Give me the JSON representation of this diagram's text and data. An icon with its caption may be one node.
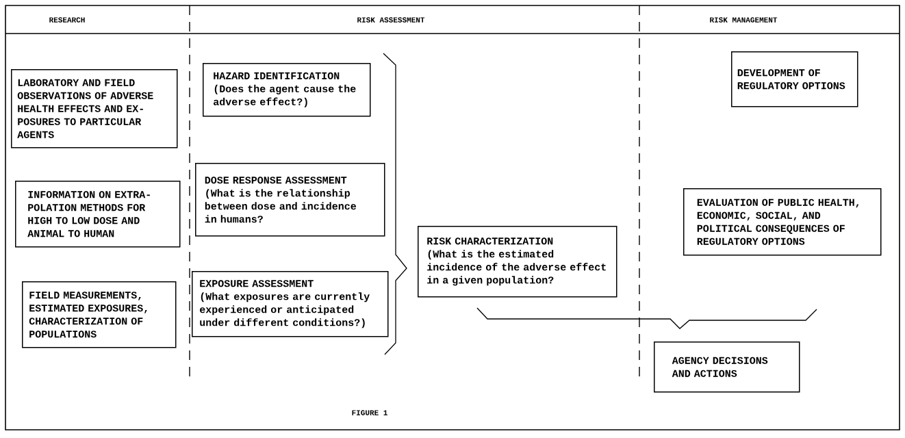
{
  "diagram": {
    "caption": "FIGURE 1",
    "nodes": [
      {
        "text": [
          "LABORATORY AND FIELD OBSERVATIONS OF ADVERSE HEALTH EFFECTS AND EX-POSURES TO PARTICULAR AGENTS"
        ]
      },
      {
        "text": [
          "INFORMATION ON EXTRA-POLATION METHODS FOR HIGH TO LOW DOSE AND ANIMAL TO HUMAN"
        ]
      },
      {
        "text": [
          "FIELD MEASUREMENTS, ESTIMATED EXPOSURES, CHARACTERIZATION OF POPULATIONS"
        ]
      },
      {
        "text": [
          "HAZARD IDENTIFICATION",
          "(Does the agent cause the adverse effect?)"
        ]
      },
      {
        "text": [
          "DOSE RESPONSE ASSESSMENT",
          "(What is the relationship between dose and incidence in humans?"
        ]
      },
      {
        "text": [
          "EXPOSURE ASSESSMENT",
          "(What exposures are currently experienced or anticipated under different conditions?)"
        ]
      },
      {
        "text": [
          "RISK CHARACTERIZATION",
          "(What is the estimated incidence of the adverse effect in a given population?"
        ]
      },
      {
        "text": [
          "DEVELOPMENT OF REGULATORY OPTIONS"
        ]
      },
      {
        "text": [
          "EVALUATION OF PUBLIC HEALTH, ECONOMIC, SOCIAL, AND POLITICAL CONSEQUENCES OF REGULATORY OPTIONS"
        ]
      },
      {
        "text": [
          "AGENCY DECISIONS AND ACTIONS"
        ]
      }
    ],
    "labels": [
      "RESEARCH",
      "RISK ASSESSMENT",
      "RISK MANAGEMENT"
    ]
  }
}
